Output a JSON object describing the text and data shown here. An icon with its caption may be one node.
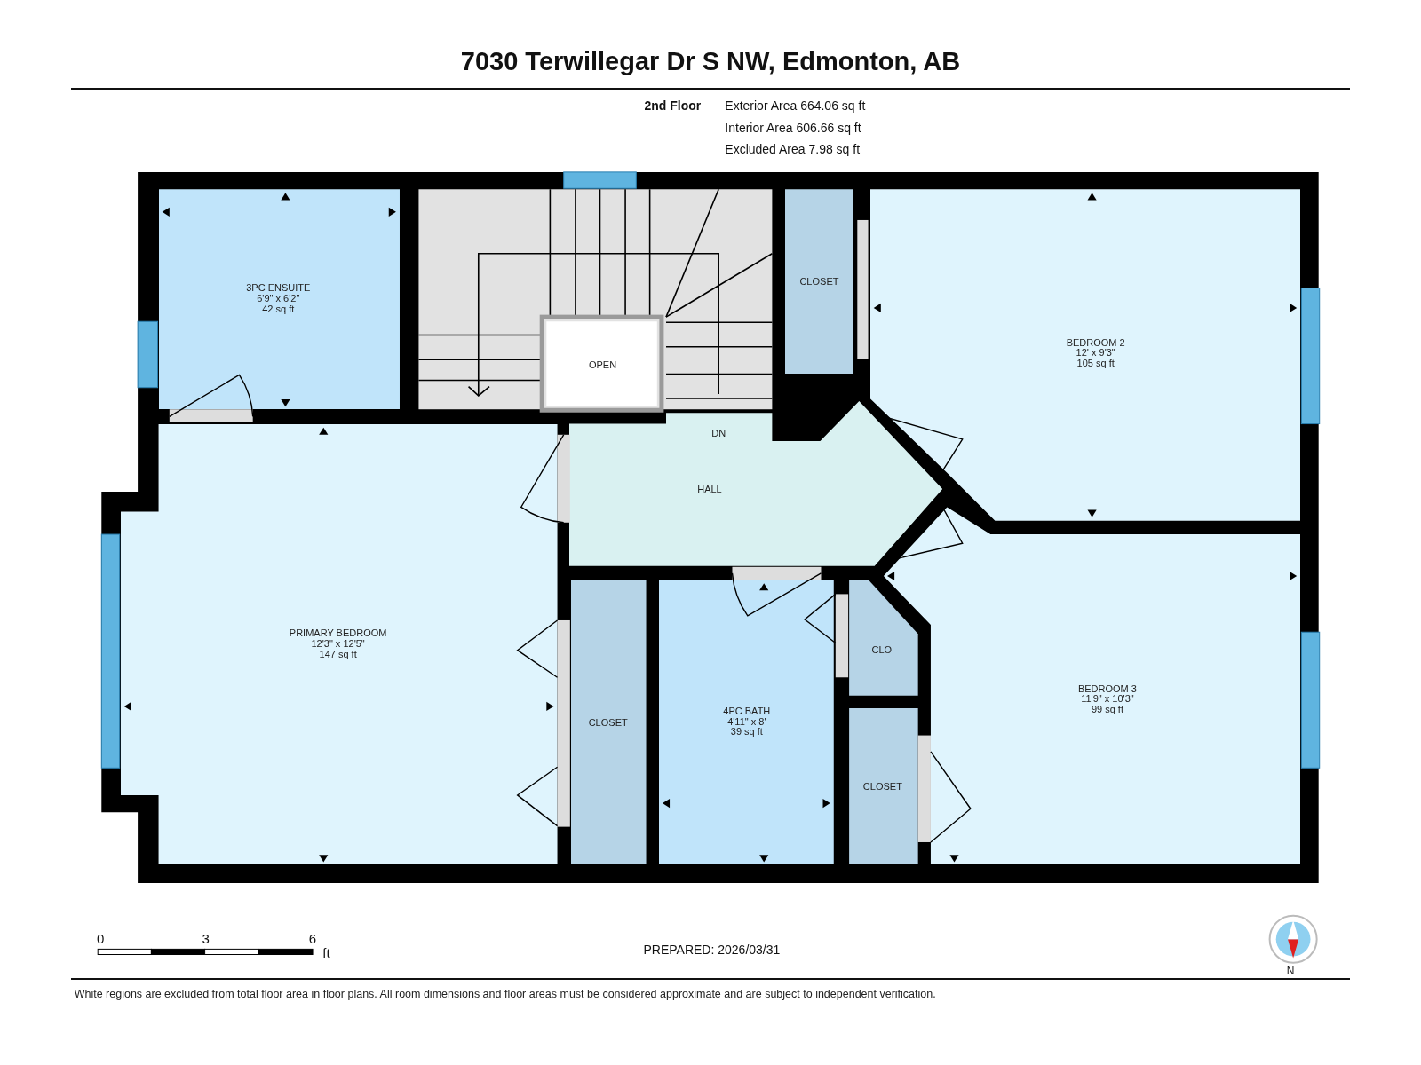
{
  "diagram": {
    "title": "7030 Terwillegar Dr S NW, Edmonton, AB",
    "caption": "White regions are excluded from total floor area in floor plans. All room dimensions and floor areas must be considered approximate and are subject to independent verification.",
    "nodes": [
      {
        "text": [
          "3PC ENSUITE",
          "6'9\" x 6'2\"",
          "42 sq ft"
        ]
      },
      {
        "text": [
          "OPEN"
        ]
      },
      {
        "text": [
          "CLOSET"
        ]
      },
      {
        "text": [
          "BEDROOM 2",
          "12' x 9'3\"",
          "105 sq ft"
        ]
      },
      {
        "text": [
          "DN",
          "HALL"
        ]
      },
      {
        "text": [
          "PRIMARY BEDROOM",
          "12'3\" x 12'5\"",
          "147 sq ft"
        ]
      },
      {
        "text": [
          "CLOSET"
        ]
      },
      {
        "text": [
          "4PC BATH",
          "4'11\" x 8'",
          "39 sq ft"
        ]
      },
      {
        "text": [
          "CLO"
        ]
      },
      {
        "text": [
          "CLOSET"
        ]
      },
      {
        "text": [
          "BEDROOM 3",
          "11'9\" x 10'3\"",
          "99 sq ft"
        ]
      }
    ],
    "labels": [
      "2nd Floor",
      "Exterior Area 664.06 sq ft",
      "Interior Area 606.66 sq ft",
      "Excluded Area 7.98 sq ft",
      "0",
      "3",
      "6",
      "ft",
      "PREPARED: 2026/03/31",
      "N"
    ]
  }
}
